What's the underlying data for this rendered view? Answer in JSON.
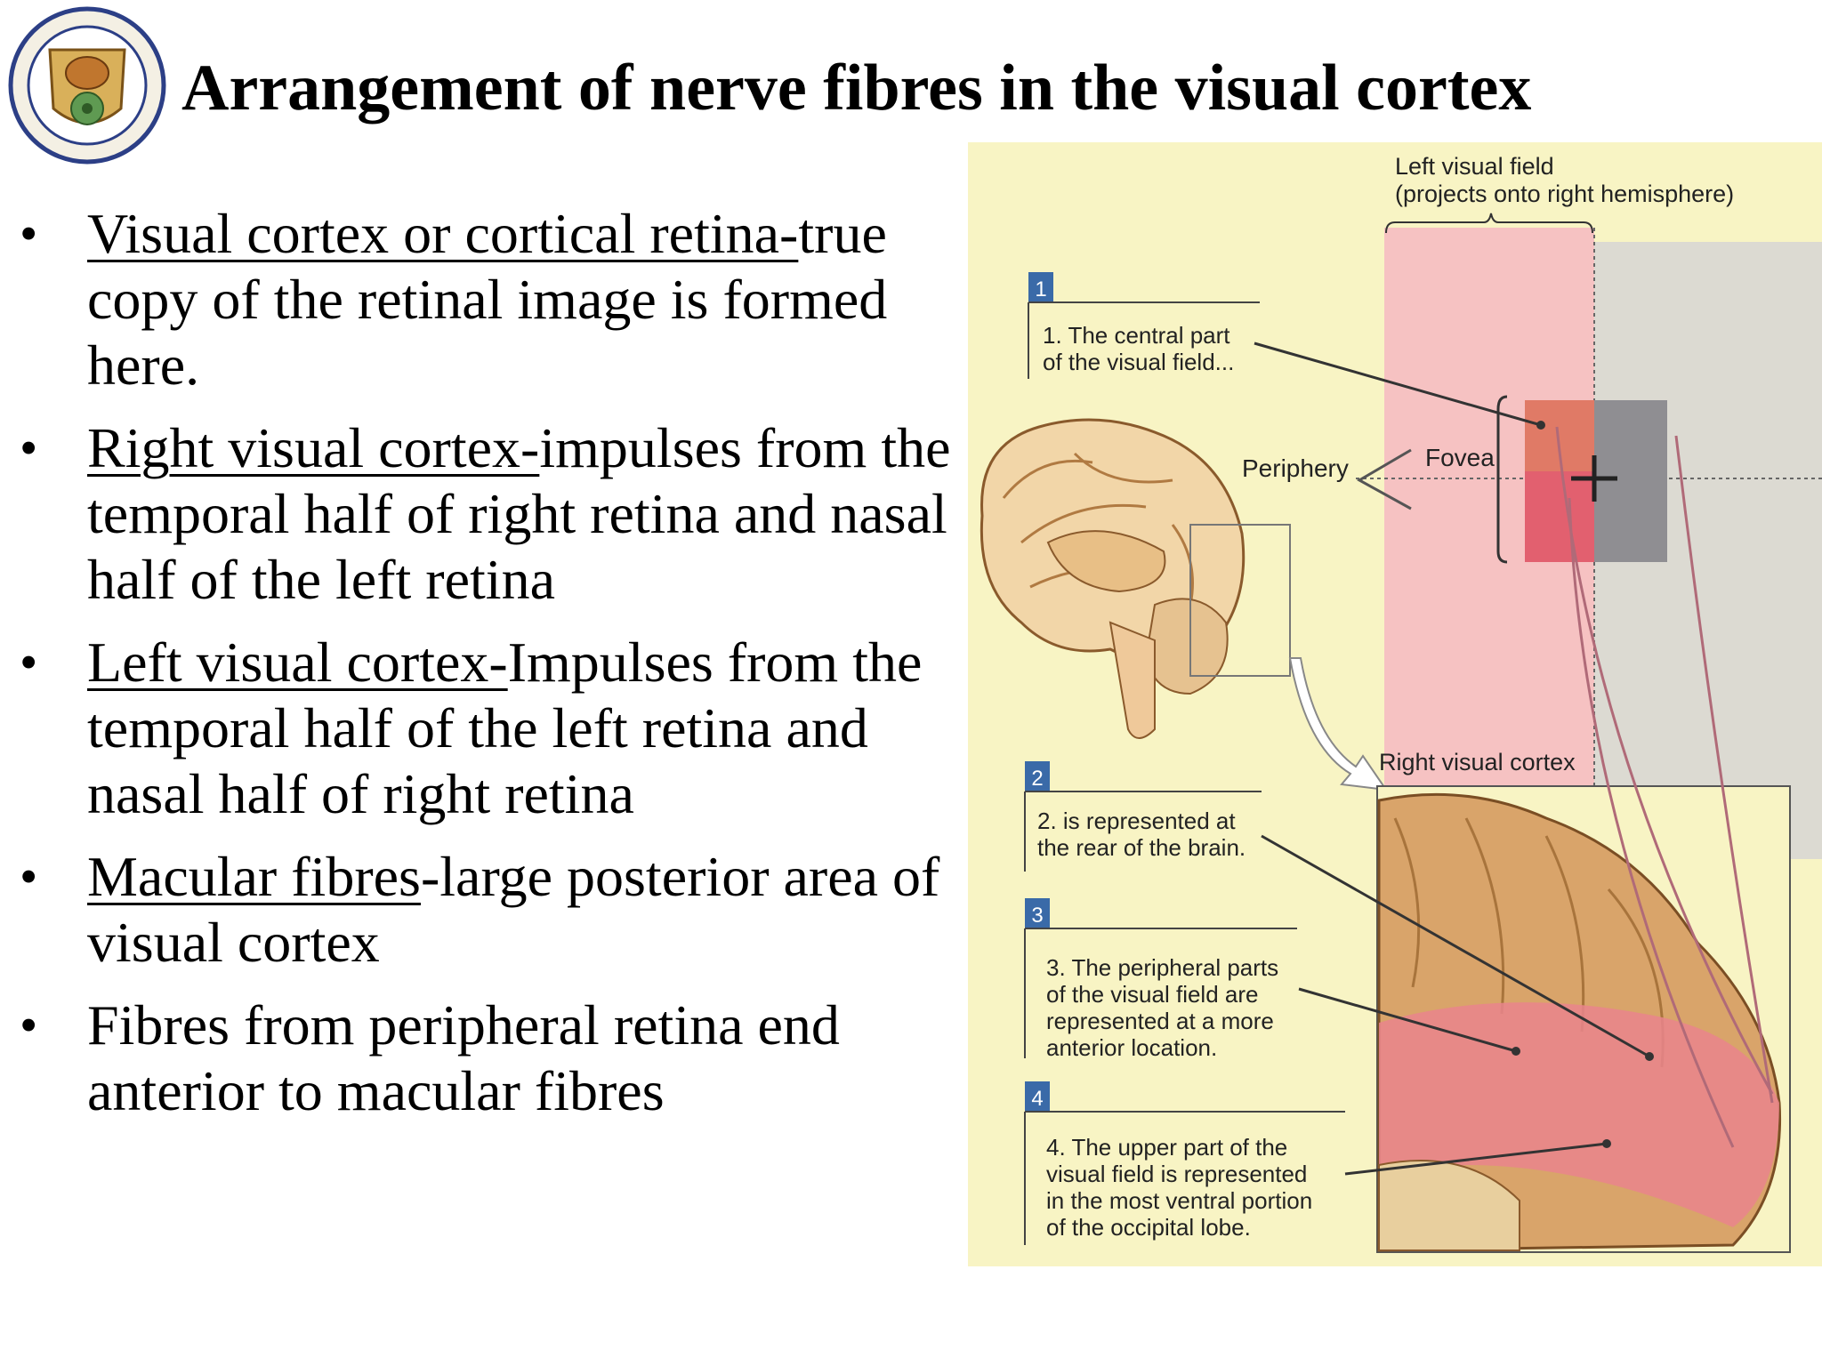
{
  "slide": {
    "title": "Arrangement of nerve fibres in the visual cortex",
    "logo_icon": "institute-seal-logo",
    "bullets": [
      {
        "underlined": "Visual cortex or cortical retina-",
        "rest": "true copy of the retinal image is formed here."
      },
      {
        "underlined": "Right visual cortex-",
        "rest": "impulses from the temporal half of right retina and nasal half of the left retina"
      },
      {
        "underlined": "Left visual cortex-",
        "rest": "Impulses from the temporal half of the left retina and nasal half of right retina"
      },
      {
        "underlined": "Macular fibres",
        "rest": "-large posterior area of visual cortex"
      },
      {
        "underlined": "",
        "rest": "Fibres from peripheral retina end anterior to macular fibres"
      }
    ]
  },
  "figure": {
    "left_field_line1": "Left visual field",
    "left_field_line2": "(projects onto right hemisphere)",
    "periphery": "Periphery",
    "fovea": "Fovea",
    "right_cortex": "Right visual cortex",
    "steps": [
      {
        "num": "1",
        "lines": [
          "1. The central part",
          "of the visual field..."
        ]
      },
      {
        "num": "2",
        "lines": [
          "2. is represented at",
          "the rear of the brain."
        ]
      },
      {
        "num": "3",
        "lines": [
          "3. The peripheral parts",
          "of the visual field are",
          "represented at a more",
          "anterior location."
        ]
      },
      {
        "num": "4",
        "lines": [
          "4. The upper part of the",
          "visual field is represented",
          "in the most ventral portion",
          "of the occipital lobe."
        ]
      }
    ],
    "colors": {
      "background": "#f8f4c4",
      "field_pink": "#f6c2c2",
      "field_grey": "#d9d8d0",
      "fovea": "#e0566e",
      "cortex": "#d9a46a",
      "badge": "#3a6aa8"
    }
  }
}
